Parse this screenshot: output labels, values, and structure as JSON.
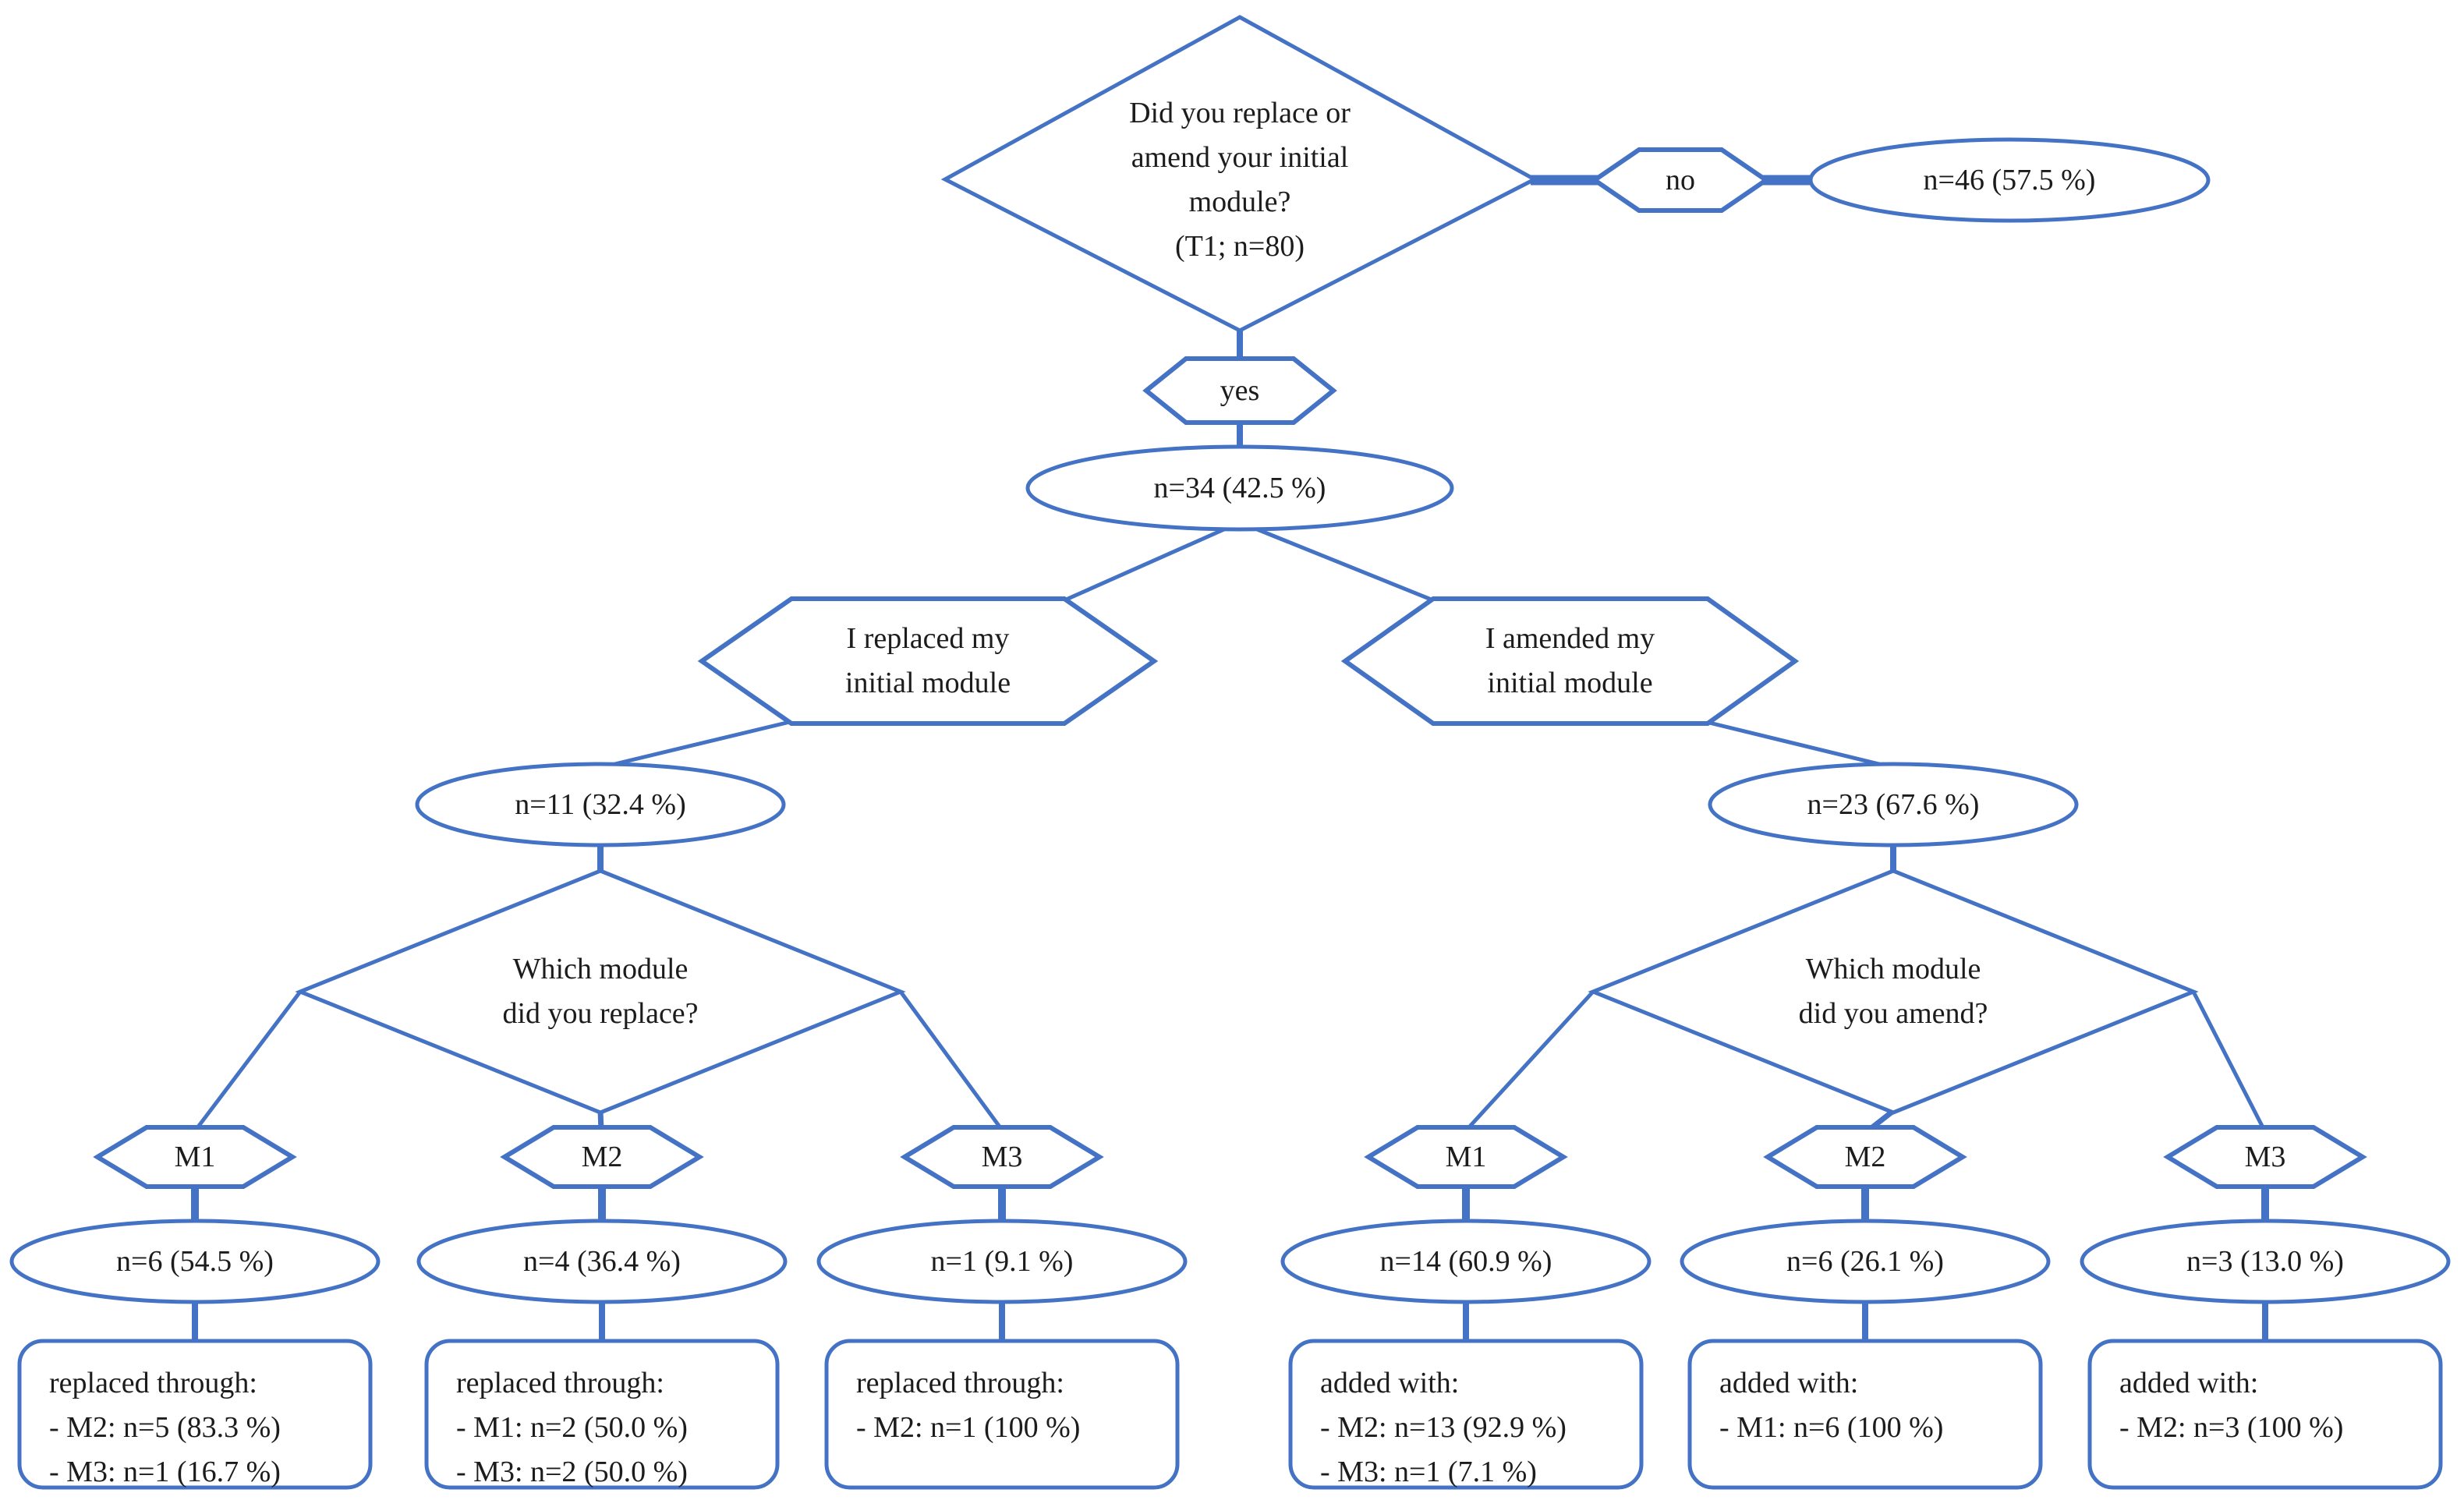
{
  "figure": {
    "stroke_color": "#4472C4",
    "text_color": "#1c1c1c",
    "root": {
      "question": "Did you replace or\namend your initial\nmodule?\n(T1; n=80)",
      "no": {
        "label": "no",
        "count": "n=46 (57.5 %)"
      },
      "yes": {
        "label": "yes",
        "count": "n=34 (42.5 %)"
      }
    },
    "replace_branch": {
      "label": "I replaced my\ninitial module",
      "count": "n=11 (32.4 %)",
      "question": "Which module\ndid you replace?",
      "options": [
        {
          "label": "M1",
          "count": "n=6 (54.5 %)",
          "detail": "replaced through:\n- M2: n=5 (83.3 %)\n- M3: n=1 (16.7 %)"
        },
        {
          "label": "M2",
          "count": "n=4 (36.4 %)",
          "detail": "replaced through:\n- M1: n=2 (50.0 %)\n- M3: n=2 (50.0 %)"
        },
        {
          "label": "M3",
          "count": "n=1 (9.1 %)",
          "detail": "replaced through:\n- M2: n=1 (100 %)"
        }
      ]
    },
    "amend_branch": {
      "label": "I amended my\ninitial module",
      "count": "n=23 (67.6 %)",
      "question": "Which module\ndid you amend?",
      "options": [
        {
          "label": "M1",
          "count": "n=14 (60.9 %)",
          "detail": "added with:\n- M2: n=13 (92.9 %)\n- M3: n=1 (7.1 %)"
        },
        {
          "label": "M2",
          "count": "n=6 (26.1 %)",
          "detail": "added with:\n- M1: n=6 (100 %)"
        },
        {
          "label": "M3",
          "count": "n=3 (13.0 %)",
          "detail": "added with:\n- M2: n=3 (100 %)"
        }
      ]
    }
  }
}
